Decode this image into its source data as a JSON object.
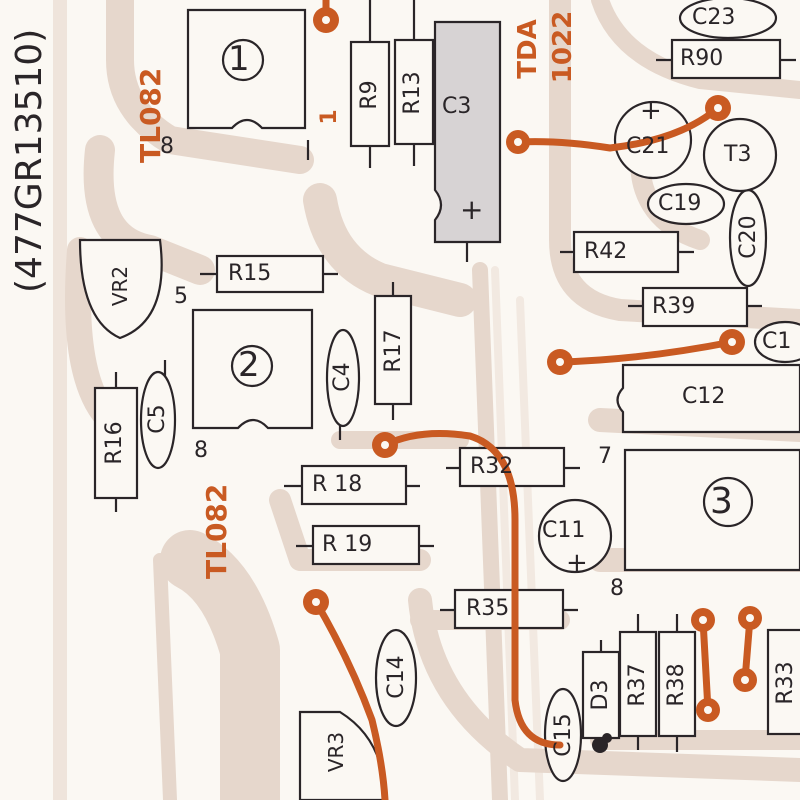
{
  "board": {
    "part_number": "(477GR13510)",
    "colors": {
      "background": "#fbf8f3",
      "copper_trace": "#e6d7cc",
      "silkscreen": "#2a2528",
      "jumper": "#c95a22",
      "ic_fill": "#d7d3d4"
    }
  },
  "ics": [
    {
      "id": "ic1",
      "number": "1",
      "type": "TL082",
      "pin": "8"
    },
    {
      "id": "ic2",
      "number": "2",
      "type": "TL082",
      "pin": "8"
    },
    {
      "id": "ic3",
      "number": "3",
      "pin": "8"
    },
    {
      "id": "tda",
      "type": "TDA",
      "code": "1022"
    }
  ],
  "resistors": [
    "R9",
    "R13",
    "R15",
    "R16",
    "R17",
    "R 18",
    "R 19",
    "R32",
    "R35",
    "R37",
    "R38",
    "R39",
    "R42",
    "R90",
    "R33"
  ],
  "capacitors": [
    "C3",
    "C4",
    "C5",
    "C11",
    "C12",
    "C14",
    "C15",
    "C19",
    "C20",
    "C21",
    "C23",
    "C1"
  ],
  "others": {
    "vr2": "VR2",
    "vr3": "VR3",
    "t3": "T3",
    "d3": "D3"
  },
  "pin_labels": {
    "pin5": "5",
    "pin7": "7",
    "pin1": "1",
    "plus": "+"
  }
}
